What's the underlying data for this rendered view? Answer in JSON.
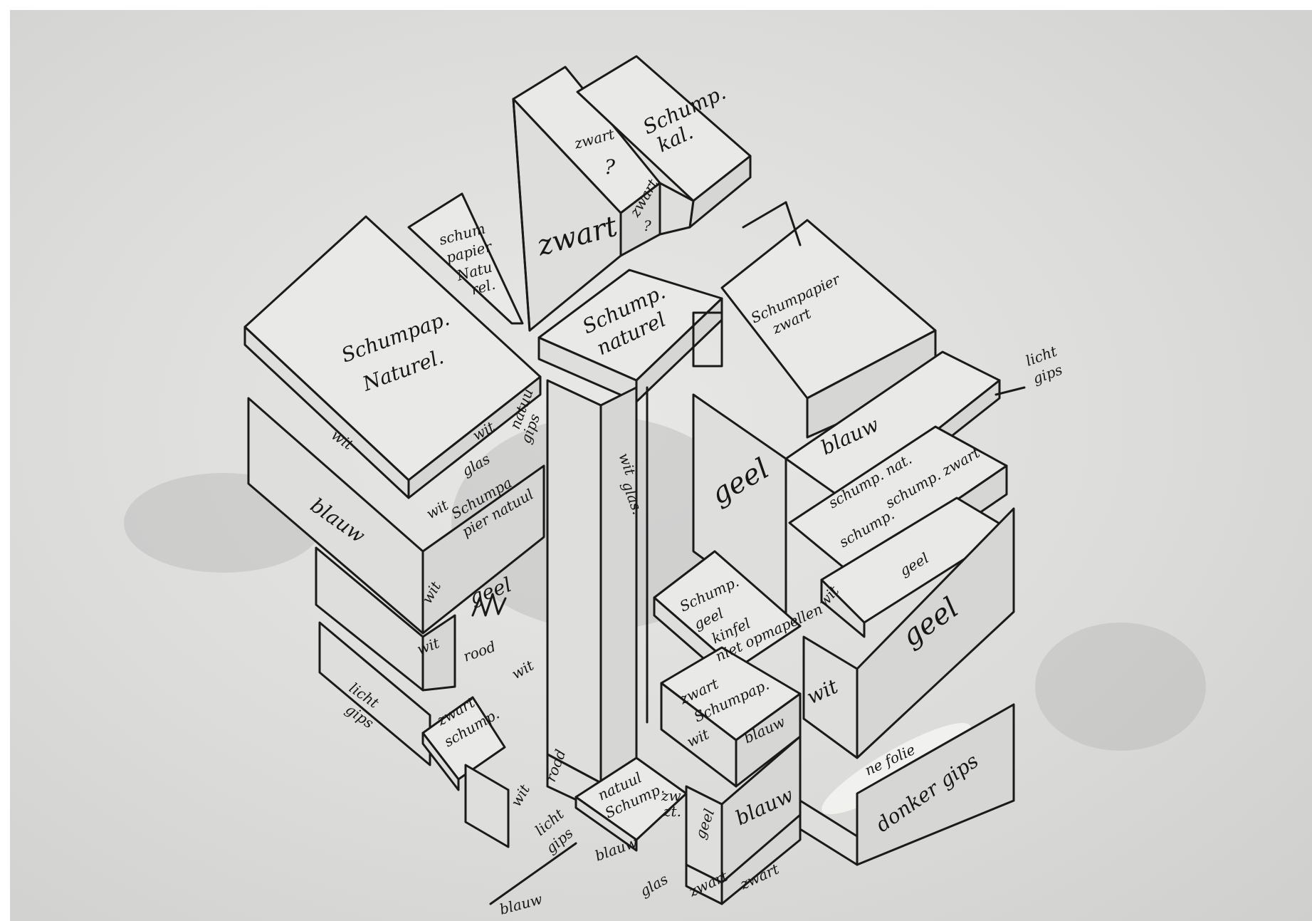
{
  "drawing": {
    "labels": {
      "top_left_schump": "Schumpap.",
      "top_left_naturel": "Naturel.",
      "tall_papier_1": "schum",
      "tall_papier_2": "papier",
      "tall_papier_3": "Natu",
      "tall_papier_4": "rel.",
      "zwart_big": "zwart",
      "zwart_q_1": "zwart",
      "zwart_q_2": "?",
      "zwart_small_1": "zwart",
      "zwart_small_2": "?",
      "top_schump_1": "Schump.",
      "top_schump_2": "kal.",
      "mid_schump_1": "Schump.",
      "mid_schump_2": "naturel",
      "right_top_1": "Schumpapier",
      "right_top_2": "zwart",
      "licht_gips_right_1": "licht",
      "licht_gips_right_2": "gips",
      "wit_glas": "wit",
      "glas_sm": "glas.",
      "geel_mid": "geel",
      "blauw_right": "blauw",
      "schump_nat": "schump. nat.",
      "schump_zwart_1": "schump. zwart",
      "schump_zwart_2": "schump.",
      "geel_small": "geel",
      "geel_big": "geel",
      "blauw_left": "blauw",
      "wit_left_top": "wit",
      "wit_small_1": "wit",
      "glas_small": "glas",
      "natuur_small": "natuu",
      "gips_small": "gips",
      "wit_small_2": "wit",
      "schumpap_1": "Schumpa",
      "schumpap_2": "pier natuul",
      "geel_squiggle": "geel",
      "wit_left_mid": "wit",
      "wit_left_low": "wit",
      "rood_left": "rood",
      "wit_left_col": "wit",
      "licht_gips_left_1": "licht",
      "licht_gips_left_2": "gips",
      "zwart_schump_1": "zwart",
      "zwart_schump_2": "schump.",
      "schump_geel_1": "Schump.",
      "schump_geel_2": "geel",
      "kinfel": "kinfel",
      "niet_opmapellen": "niet opmapellen",
      "zwart_schumpap_1": "zwart",
      "zwart_schumpap_2": "Schumpap.",
      "wit_right_mid": "wit",
      "wit_center_low": "wit",
      "blauw_center": "blauw",
      "rood_bottom": "rood",
      "natuul_schump_1": "natuul",
      "natuul_schump_2": "Schump.",
      "wit_bottom_left": "wit",
      "zwart_bottom_1": "zw",
      "zwart_bottom_2": "zt.",
      "geel_bottom": "geel",
      "blauw_bottom_big": "blauw",
      "zwart_bottom_right": "zwart",
      "zwart_bottom_left": "zwart",
      "licht_gips_bottom_1": "licht",
      "licht_gips_bottom_2": "gips",
      "blauw_tiny": "blauw",
      "glas_bottom": "glas",
      "blauw_bottom_left": "blauw",
      "ne_folie": "ne folie",
      "donker_gips": "donker gips",
      "wit_right_low": "wit"
    }
  }
}
